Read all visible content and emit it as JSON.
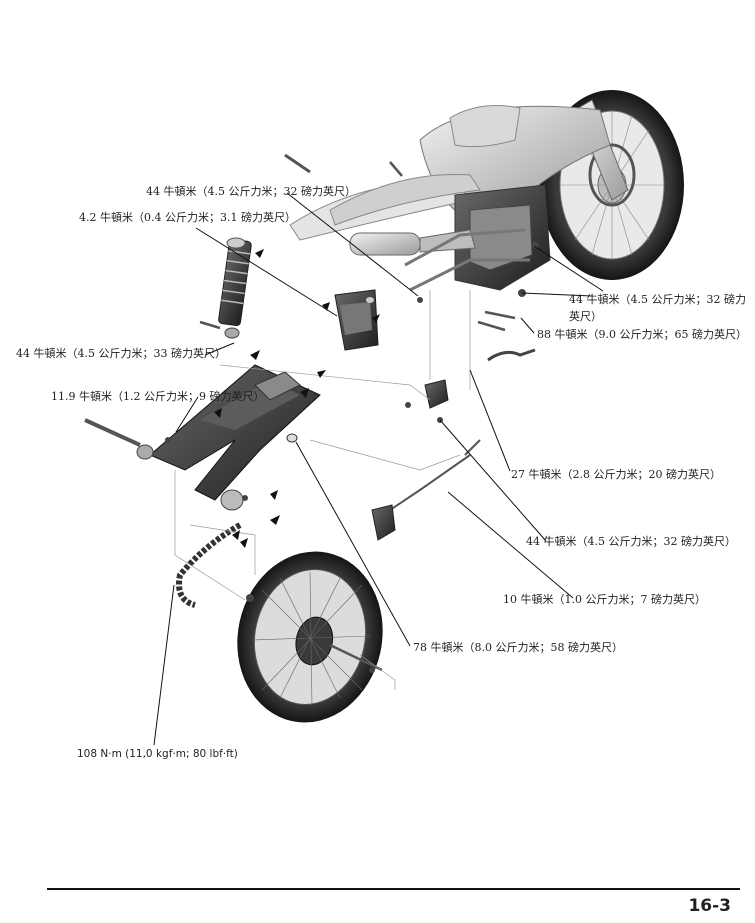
{
  "page_number": "16-3",
  "torque_callouts": {
    "grab_rail_bolt": "44 牛頓米（4.5 公斤力米；32 磅力英尺）",
    "cable_guide_bolt": "4.2 牛頓米（0.4 公斤力米；3.1 磅力英尺）",
    "shock_upper_nut": "44 牛頓米（4.5 公斤力米；32 磅力英尺）",
    "pivot_bolt_nut": "88 牛頓米（9.0 公斤力米；65 磅力英尺）",
    "shock_lower_nut": "44 牛頓米（4.5 公斤力米；33 磅力英尺）",
    "chain_slider_screw": "11.9 牛頓米（1.2 公斤力米；9 磅力英尺）",
    "bracket_bolt": "27 牛頓米（2.8 公斤力米；20 磅力英尺）",
    "caliper_bolt": "44 牛頓米（4.5 公斤力米；32 磅力英尺）",
    "hose_clamp_bolt": "10 牛頓米（1.0 公斤力米；7 磅力英尺）",
    "sprocket_nut": "78 牛頓米（8.0 公斤力米；58 磅力英尺）",
    "axle_nut": "108 N·m (11,0 kgf·m; 80 lbf·ft)"
  }
}
